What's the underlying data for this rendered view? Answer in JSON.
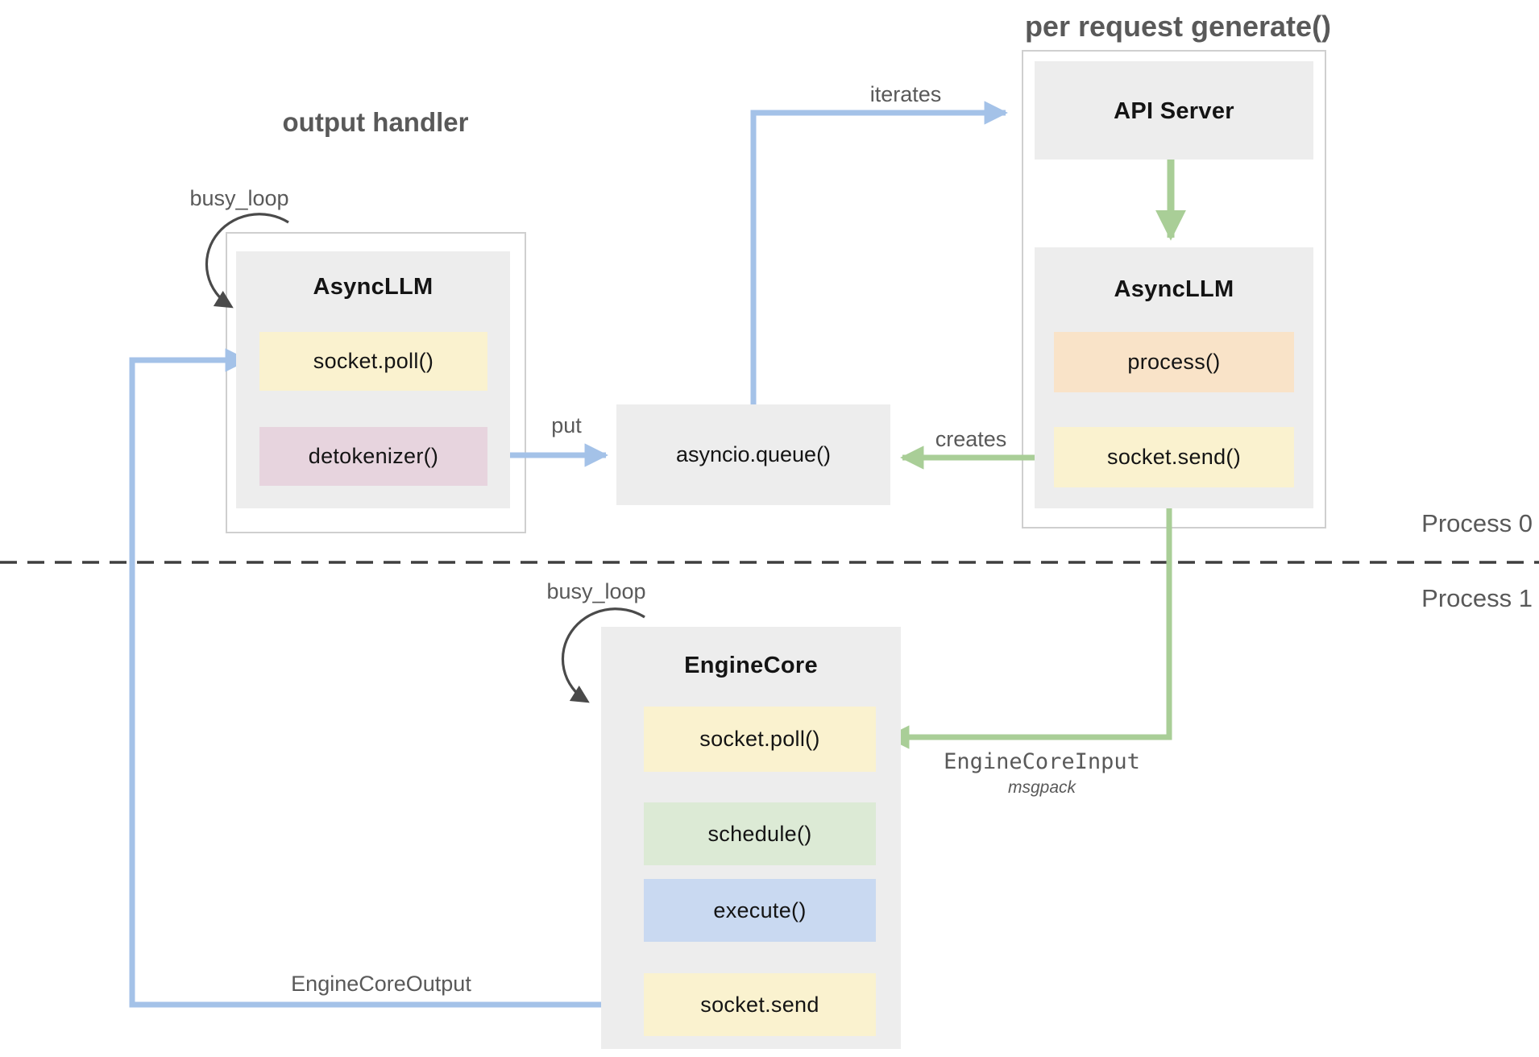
{
  "titles": {
    "output_handler": "output handler",
    "per_request_generate": "per request generate()"
  },
  "labels": {
    "busy_loop_top": "busy_loop",
    "busy_loop_bottom": "busy_loop",
    "iterates": "iterates",
    "put": "put",
    "creates": "creates",
    "engine_core_input": "EngineCoreInput",
    "engine_core_input_format": "msgpack",
    "engine_core_output": "EngineCoreOutput",
    "process_0": "Process 0",
    "process_1": "Process 1"
  },
  "nodes": {
    "api_server": {
      "title": "API Server"
    },
    "async_llm_right": {
      "title": "AsyncLLM",
      "methods": [
        "process()",
        "socket.send()"
      ]
    },
    "async_llm_left": {
      "title": "AsyncLLM",
      "methods": [
        "socket.poll()",
        "detokenizer()"
      ]
    },
    "asyncio_queue": {
      "label": "asyncio.queue()"
    },
    "engine_core": {
      "title": "EngineCore",
      "methods": [
        "socket.poll()",
        "schedule()",
        "execute()",
        "socket.send"
      ]
    }
  },
  "colors": {
    "arrow_blue": "#a4c2e8",
    "arrow_green": "#a9ce97",
    "loop_arrow_gray": "#4a4a4a",
    "container_border": "#cfcfcf",
    "node_gray": "#ededed",
    "method_yellow": "#faf2cf",
    "method_pink": "#e7d4de",
    "method_peach": "#f9e3c8",
    "method_green": "#dcead5",
    "method_blue": "#c9d9f1",
    "label_gray": "#595959"
  }
}
